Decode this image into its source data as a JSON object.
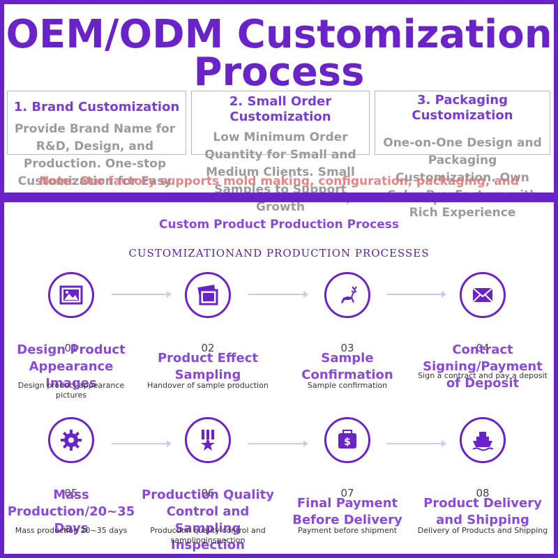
{
  "header": {
    "title_line1": "OEM/ODM Customization",
    "title_line2": "Process"
  },
  "boxes": [
    {
      "heading": "1. Brand Customization",
      "body": "Provide Brand Name for R&D, Design, and Production. One-stop Customization for Easy Brand Creation"
    },
    {
      "heading": "2. Small Order Customization",
      "body": "Low Minimum Order Quantity for Small and Medium Clients. Small Samples to Support Growth"
    },
    {
      "heading": "3. Packaging Customization",
      "body": "One-on-One Design and Packaging Customization. Own Color Box Factory with Rich Experience"
    }
  ],
  "note": "Note: Our factory supports mold making, configuration, packaging, and other custom services from start to finish, with rich experience",
  "process": {
    "title": "Custom Product Production Process",
    "subtitle": "CUSTOMIZATIONAND PRODUCTION PROCESSES"
  },
  "steps": [
    {
      "num": "01",
      "title": "Design Product Appearance Images",
      "desc": "Design product appearance pictures",
      "icon": "image-icon"
    },
    {
      "num": "02",
      "title": "Product Effect Sampling",
      "desc": "Handover of sample production",
      "icon": "photos-icon"
    },
    {
      "num": "03",
      "title": "Sample Confirmation",
      "desc": "Sample confirmation",
      "icon": "deer-icon"
    },
    {
      "num": "04",
      "title": "Contract Signing/Payment of Deposit",
      "desc": "Sign a contract and pay a deposit",
      "icon": "envelope-icon"
    },
    {
      "num": "05",
      "title": "Mass Production/20~35 Days",
      "desc": "Mass production 20~35 days",
      "icon": "gear-icon"
    },
    {
      "num": "06",
      "title": "Production Quality Control and Sampling Inspection",
      "desc": "Production quality control and samplinginspection",
      "icon": "medal-icon"
    },
    {
      "num": "07",
      "title": "Final Payment Before Delivery",
      "desc": "Payment before shipment",
      "icon": "payment-icon"
    },
    {
      "num": "08",
      "title": "Product Delivery and Shipping",
      "desc": "Delivery of Products and Shipping",
      "icon": "ship-icon"
    }
  ],
  "colors": {
    "primary": "#6a22c9",
    "heading": "#8a49d8",
    "note": "#e07878",
    "muted": "#9b9b9b"
  }
}
